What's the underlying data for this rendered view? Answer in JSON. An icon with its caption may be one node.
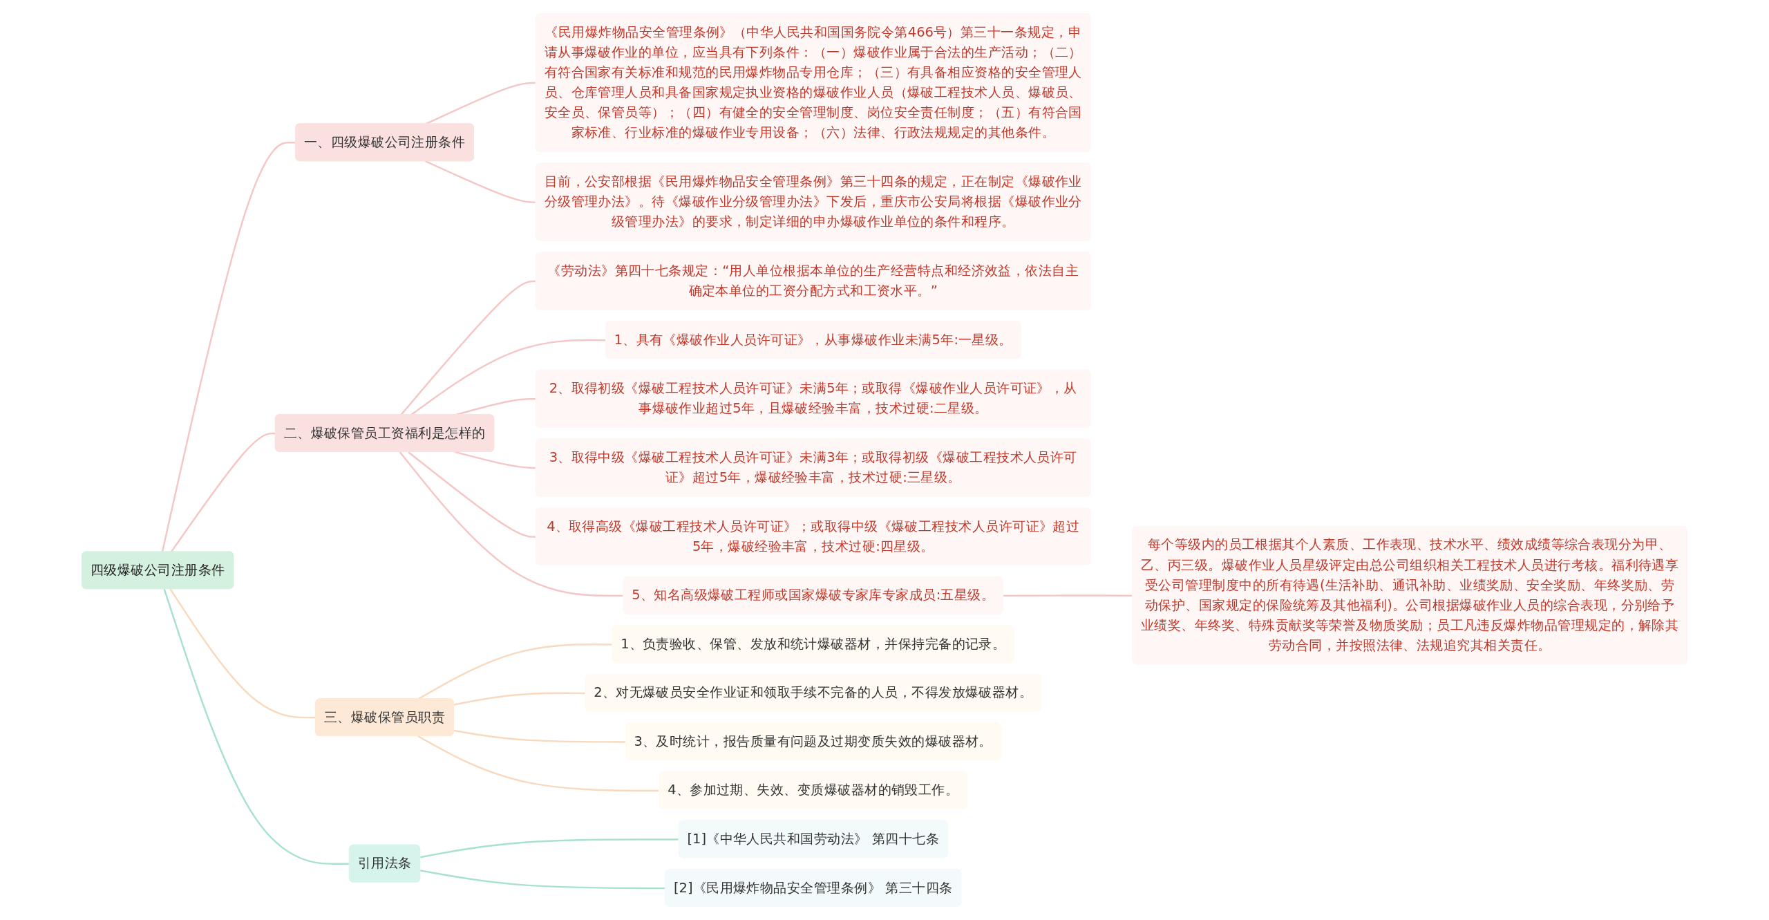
{
  "diagram": {
    "nodes": [
      {
        "text": [
          "四级爆破公司注册条件"
        ]
      },
      {
        "text": [
          "一、四级爆破公司注册条件"
        ]
      },
      {
        "text": [
          "《民用爆炸物品安全管理条例》（中华人民共和国国务院令第466号）第三十一条规定，申请从事爆破作业的单位，应当具有下列条件：（一）爆破作业属于合法的生产活动；（二）有符合国家有关标准和规范的民用爆炸物品专用仓库；（三）有具备相应资格的安全管理人员、仓库管理人员和具备国家规定执业资格的爆破作业人员（爆破工程技术人员、爆破员、安全员、保管员等）；（四）有健全的安全管理制度、岗位安全责任制度；（五）有符合国家标准、行业标准的爆破作业专用设备；（六）法律、行政法规规定的其他条件。"
        ]
      },
      {
        "text": [
          "目前，公安部根据《民用爆炸物品安全管理条例》第三十四条的规定，正在制定《爆破作业分级管理办法》。待《爆破作业分级管理办法》下发后，重庆市公安局将根据《爆破作业分级管理办法》的要求，制定详细的申办爆破作业单位的条件和程序。"
        ]
      },
      {
        "text": [
          "二、爆破保管员工资福利是怎样的"
        ]
      },
      {
        "text": [
          "《劳动法》第四十七条规定：“用人单位根据本单位的生产经营特点和经济效益，依法自主确定本单位的工资分配方式和工资水平。”"
        ]
      },
      {
        "text": [
          "1、具有《爆破作业人员许可证》，从事爆破作业未满5年:一星级。"
        ]
      },
      {
        "text": [
          "2、取得初级《爆破工程技术人员许可证》未满5年；或取得《爆破作业人员许可证》，从事爆破作业超过5年，且爆破经验丰富，技术过硬:二星级。"
        ]
      },
      {
        "text": [
          "3、取得中级《爆破工程技术人员许可证》未满3年；或取得初级《爆破工程技术人员许可证》超过5年，爆破经验丰富，技术过硬:三星级。"
        ]
      },
      {
        "text": [
          "4、取得高级《爆破工程技术人员许可证》；或取得中级《爆破工程技术人员许可证》超过5年，爆破经验丰富，技术过硬:四星级。"
        ]
      },
      {
        "text": [
          "5、知名高级爆破工程师或国家爆破专家库专家成员:五星级。"
        ]
      },
      {
        "text": [
          "每个等级内的员工根据其个人素质、工作表现、技术水平、绩效成绩等综合表现分为甲、乙、丙三级。爆破作业人员星级评定由总公司组织相关工程技术人员进行考核。福利待遇享受公司管理制度中的所有待遇(生活补助、通讯补助、业绩奖励、安全奖励、年终奖励、劳动保护、国家规定的保险统筹及其他福利)。公司根据爆破作业人员的综合表现，分别给予业绩奖、年终奖、特殊贡献奖等荣誉及物质奖励；员工凡违反爆炸物品管理规定的，解除其劳动合同，并按照法律、法规追究其相关责任。"
        ]
      },
      {
        "text": [
          "三、爆破保管员职责"
        ]
      },
      {
        "text": [
          "1、负责验收、保管、发放和统计爆破器材，并保持完备的记录。"
        ]
      },
      {
        "text": [
          "2、对无爆破员安全作业证和领取手续不完备的人员，不得发放爆破器材。"
        ]
      },
      {
        "text": [
          "3、及时统计，报告质量有问题及过期变质失效的爆破器材。"
        ]
      },
      {
        "text": [
          "4、参加过期、失效、变质爆破器材的销毁工作。"
        ]
      },
      {
        "text": [
          "引用法条"
        ]
      },
      {
        "text": [
          "[1]《中华人民共和国劳动法》 第四十七条"
        ]
      },
      {
        "text": [
          "[2]《民用爆炸物品安全管理条例》 第三十四条"
        ]
      }
    ],
    "edges": [
      {
        "from": 0,
        "to": 1,
        "arrow": "none"
      },
      {
        "from": 1,
        "to": 2,
        "arrow": "none"
      },
      {
        "from": 1,
        "to": 3,
        "arrow": "none"
      },
      {
        "from": 0,
        "to": 4,
        "arrow": "none"
      },
      {
        "from": 4,
        "to": 5,
        "arrow": "none"
      },
      {
        "from": 4,
        "to": 6,
        "arrow": "none"
      },
      {
        "from": 4,
        "to": 7,
        "arrow": "none"
      },
      {
        "from": 4,
        "to": 8,
        "arrow": "none"
      },
      {
        "from": 4,
        "to": 9,
        "arrow": "none"
      },
      {
        "from": 4,
        "to": 10,
        "arrow": "none"
      },
      {
        "from": 10,
        "to": 11,
        "arrow": "none"
      },
      {
        "from": 0,
        "to": 12,
        "arrow": "none",
        "color": "#f8d9bd"
      },
      {
        "from": 12,
        "to": 13,
        "arrow": "none",
        "color": "#f8d9bd"
      },
      {
        "from": 12,
        "to": 14,
        "arrow": "none",
        "color": "#f8d9bd"
      },
      {
        "from": 12,
        "to": 15,
        "arrow": "none",
        "color": "#f8d9bd"
      },
      {
        "from": 12,
        "to": 16,
        "arrow": "none",
        "color": "#f8d9bd"
      },
      {
        "from": 0,
        "to": 17,
        "arrow": "none",
        "color": "#a8e0d2"
      },
      {
        "from": 17,
        "to": 18,
        "arrow": "none",
        "color": "#a8e0d2"
      },
      {
        "from": 17,
        "to": 19,
        "arrow": "none",
        "color": "#a8e0d2"
      }
    ]
  }
}
